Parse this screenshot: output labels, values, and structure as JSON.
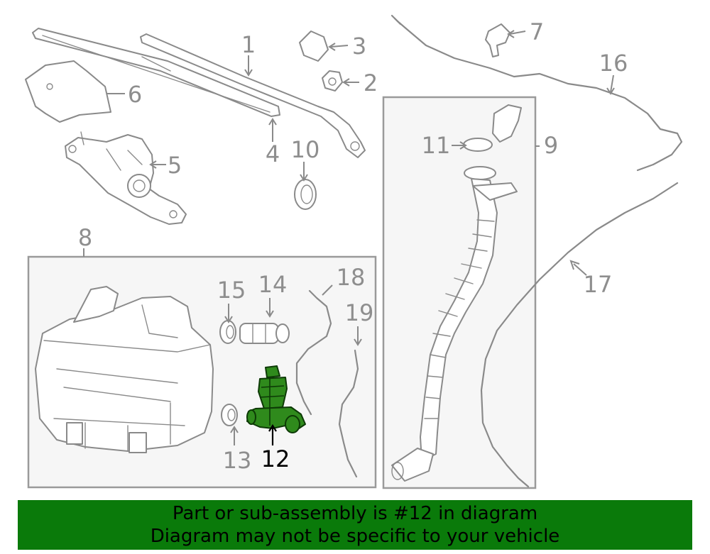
{
  "callouts": {
    "c1": "1",
    "c2": "2",
    "c3": "3",
    "c4": "4",
    "c5": "5",
    "c6": "6",
    "c7": "7",
    "c8": "8",
    "c9": "9",
    "c10": "10",
    "c11": "11",
    "c12": "12",
    "c13": "13",
    "c14": "14",
    "c15": "15",
    "c16": "16",
    "c17": "17",
    "c18": "18",
    "c19": "19"
  },
  "highlight": {
    "part_number": "12",
    "color": "#2f8a1c"
  },
  "banner": {
    "line1": "Part or sub-assembly is #12 in diagram",
    "line2": "Diagram may not be specific to your vehicle",
    "background": "#0a7a0a"
  }
}
